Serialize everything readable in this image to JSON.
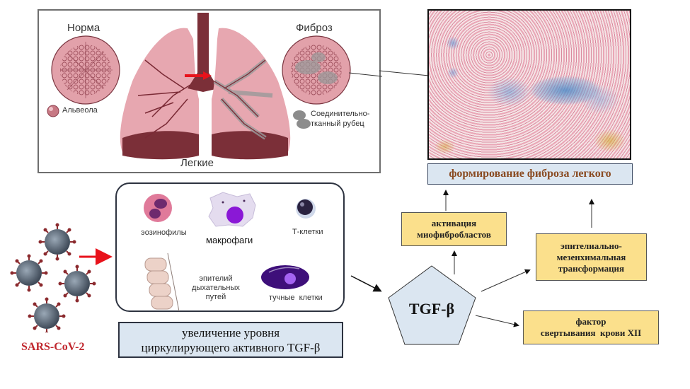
{
  "lung_panel": {
    "normal_label": "Норма",
    "fibrosis_label": "Фиброз",
    "alveolus_label": "Альвеола",
    "scar_label_line1": "Соединительно-",
    "scar_label_line2": "тканный рубец",
    "lungs_label": "Легкие"
  },
  "histology": {
    "caption": "формирование фиброза легкого"
  },
  "cells_panel": {
    "eosinophils": "эозинофилы",
    "macrophages": "макрофаги",
    "t_cells": "Т-клетки",
    "epithelium_line1": "эпителий",
    "epithelium_line2": "дыхательных",
    "epithelium_line3": "путей",
    "mast_cells": "тучные  клетки"
  },
  "tgf_level": {
    "line1": "увеличение уровня",
    "line2": "циркулирующего активного TGF-β"
  },
  "virus": {
    "label": "SARS-CoV-2"
  },
  "central_node": {
    "label": "TGF-β"
  },
  "effects": [
    {
      "line1": "активация",
      "line2": "миофибробластов"
    },
    {
      "line1": "эпителиально-",
      "line2": "мезенхимальная",
      "line3": "трансформация"
    },
    {
      "line1": "фактор",
      "line2": "свертывания  крови XII"
    }
  ],
  "colors": {
    "arrow_red": "#e8121b",
    "box_yellow": "#fbe08c",
    "box_blue": "#dbe6f1",
    "caption_brown": "#8a4b22",
    "virus_label_red": "#c0262d",
    "lung_pink": "#e8a7b0",
    "lung_dark": "#7a3038"
  }
}
